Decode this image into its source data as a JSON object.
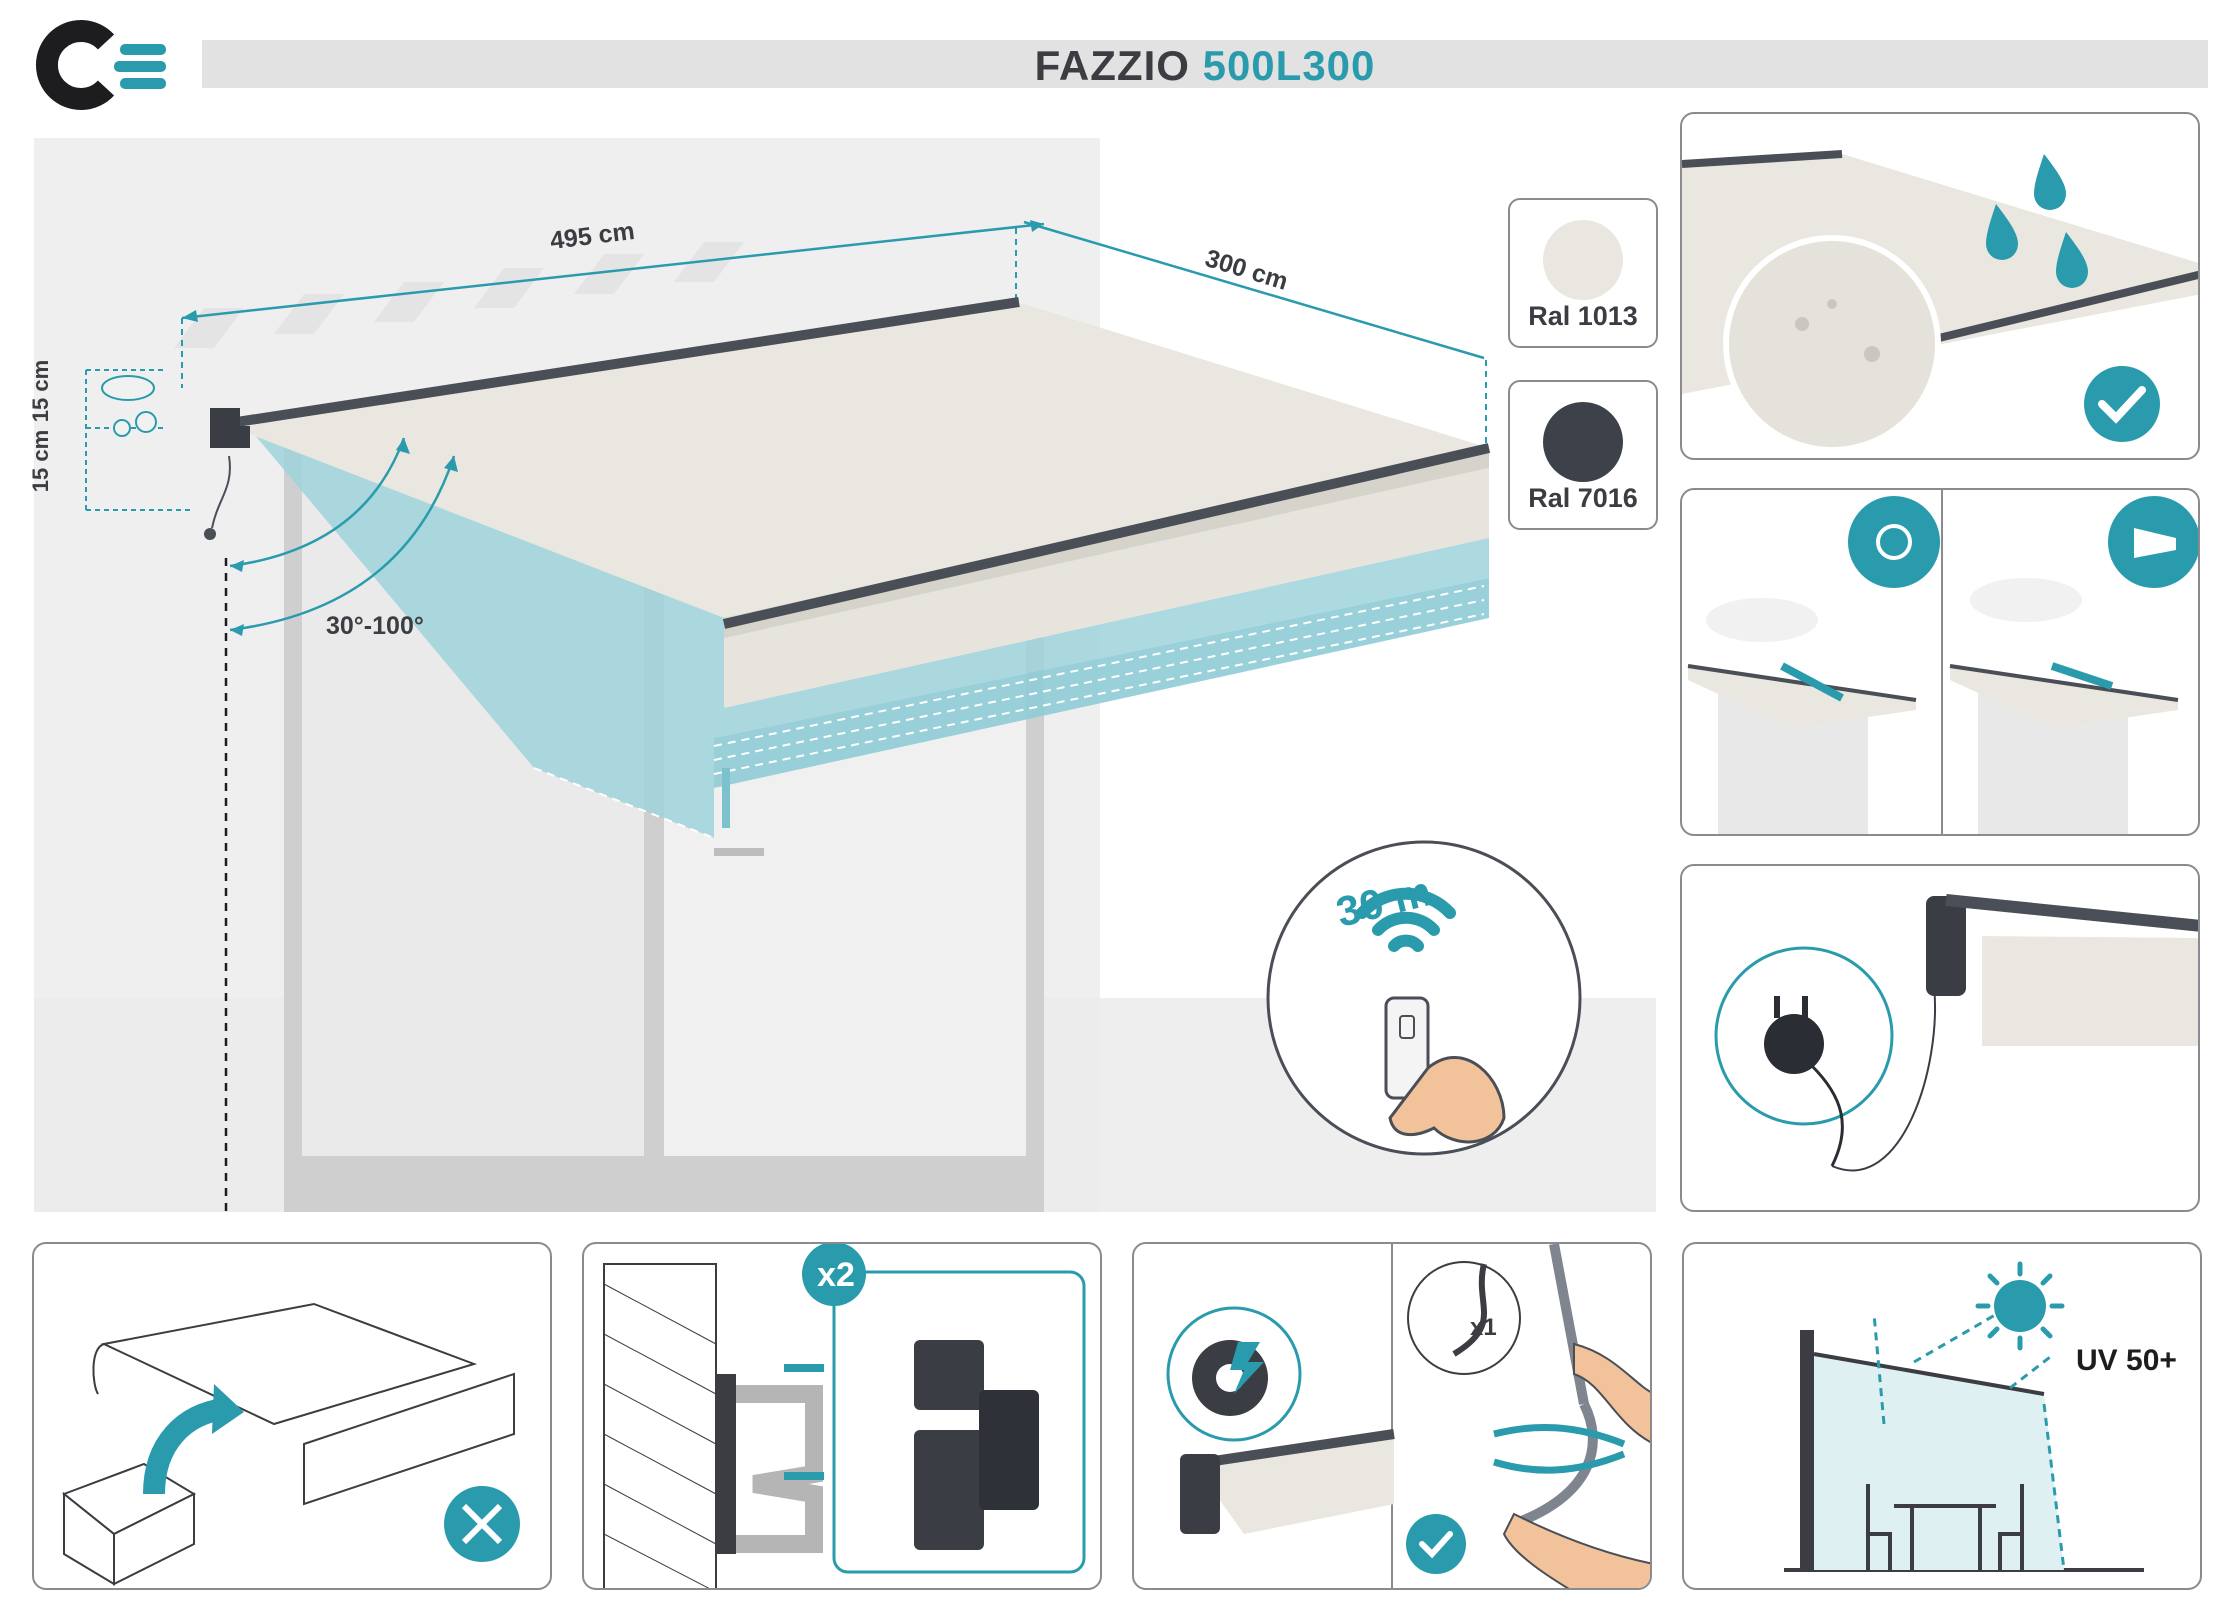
{
  "header": {
    "logo_text": "CE",
    "title_main": "FAZZIO",
    "title_model": "500L300",
    "colors": {
      "accent": "#2a9bad",
      "dark": "#3c3d42",
      "bar": "#e2e2e2",
      "fabric": "#e9e7df",
      "frame": "#4a4e57"
    }
  },
  "main_illustration": {
    "width_label": "495 cm",
    "depth_label": "300 cm",
    "angle_label": "30°-100°",
    "bracket_labels": [
      "15 cm",
      "15 cm"
    ],
    "remote_range": "30 m"
  },
  "color_options": [
    {
      "label": "Ral 1013",
      "color": "#e9e7df"
    },
    {
      "label": "Ral 7016",
      "color": "#3d4149"
    }
  ],
  "features": {
    "quantity_brackets": "x2",
    "quantity_crank": "x1",
    "uv_label": "UV 50+"
  },
  "icons": [
    "brand-logo-icon",
    "water-drops-icon",
    "check-icon",
    "sun-sensor-icon",
    "wind-sensor-icon",
    "plug-icon",
    "remote-icon",
    "tools-icon",
    "motor-gear-icon",
    "sun-icon"
  ]
}
